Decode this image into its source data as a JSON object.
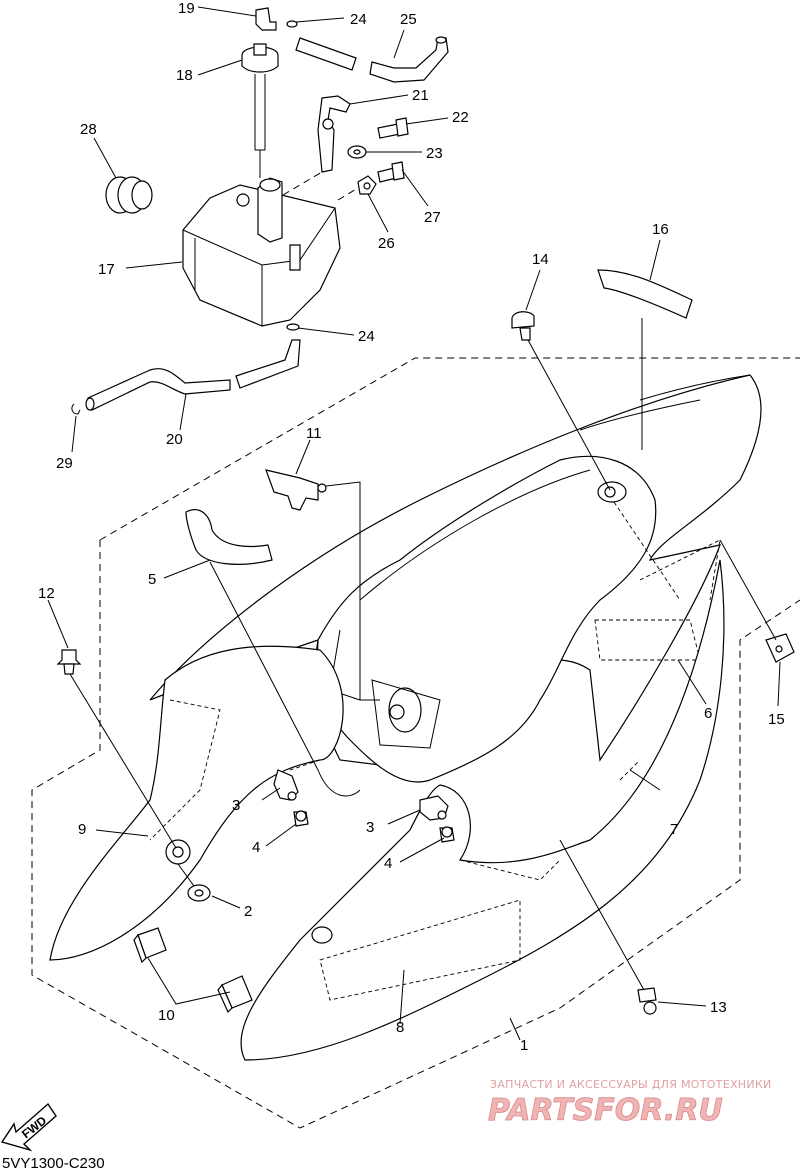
{
  "diagram": {
    "drawing_code": "5VY1300-C230",
    "fwd_label": "FWD",
    "watermark": {
      "line1": "ЗАПЧАСТИ И АКСЕССУАРЫ ДЛЯ МОТОТЕХНИКИ",
      "line2": "PARTSFOR.RU"
    },
    "callouts": {
      "c1": "1",
      "c2": "2",
      "c3a": "3",
      "c3b": "3",
      "c4a": "4",
      "c4b": "4",
      "c5": "5",
      "c6": "6",
      "c7": "7",
      "c8": "8",
      "c9": "9",
      "c10": "10",
      "c11": "11",
      "c12": "12",
      "c13": "13",
      "c14": "14",
      "c15": "15",
      "c16": "16",
      "c17": "17",
      "c18": "18",
      "c19": "19",
      "c20": "20",
      "c21": "21",
      "c22": "22",
      "c23": "23",
      "c24a": "24",
      "c24b": "24",
      "c25": "25",
      "c26": "26",
      "c27": "27",
      "c28": "28",
      "c29": "29"
    }
  }
}
